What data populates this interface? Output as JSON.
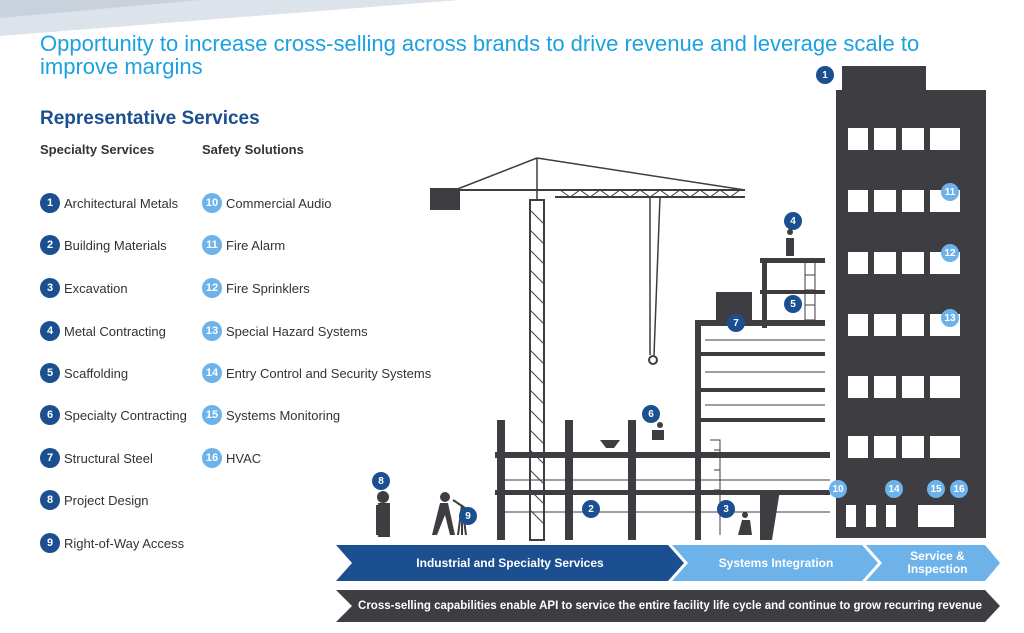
{
  "title": "Opportunity to increase cross-selling across brands to drive revenue and leverage scale to improve margins",
  "section_title": "Representative Services",
  "columns": {
    "specialty": {
      "heading": "Specialty Services",
      "items": [
        {
          "num": "1",
          "label": "Architectural Metals"
        },
        {
          "num": "2",
          "label": "Building Materials"
        },
        {
          "num": "3",
          "label": "Excavation"
        },
        {
          "num": "4",
          "label": "Metal Contracting"
        },
        {
          "num": "5",
          "label": "Scaffolding"
        },
        {
          "num": "6",
          "label": "Specialty Contracting"
        },
        {
          "num": "7",
          "label": "Structural Steel"
        },
        {
          "num": "8",
          "label": "Project Design"
        },
        {
          "num": "9",
          "label": "Right-of-Way Access"
        }
      ]
    },
    "safety": {
      "heading": "Safety Solutions",
      "items": [
        {
          "num": "10",
          "label": "Commercial Audio"
        },
        {
          "num": "11",
          "label": "Fire Alarm"
        },
        {
          "num": "12",
          "label": "Fire Sprinklers"
        },
        {
          "num": "13",
          "label": "Special Hazard Systems"
        },
        {
          "num": "14",
          "label": "Entry Control and Security Systems"
        },
        {
          "num": "15",
          "label": "Systems Monitoring"
        },
        {
          "num": "16",
          "label": "HVAC"
        }
      ]
    }
  },
  "markers": [
    "1",
    "2",
    "3",
    "4",
    "5",
    "6",
    "7",
    "8",
    "9",
    "10",
    "11",
    "12",
    "13",
    "14",
    "15",
    "16"
  ],
  "stages": [
    {
      "label": "Industrial and Specialty Services",
      "color": "#1b4f8f"
    },
    {
      "label": "Systems Integration",
      "color": "#6db3ea"
    },
    {
      "label": "Service & Inspection",
      "color": "#6db3ea"
    }
  ],
  "footer": "Cross-selling capabilities enable API to service the entire facility life cycle and continue to grow recurring revenue",
  "colors": {
    "dark": "#1b4f8f",
    "light": "#6db3ea",
    "title": "#1ba1e2",
    "building": "#3d3d42"
  }
}
